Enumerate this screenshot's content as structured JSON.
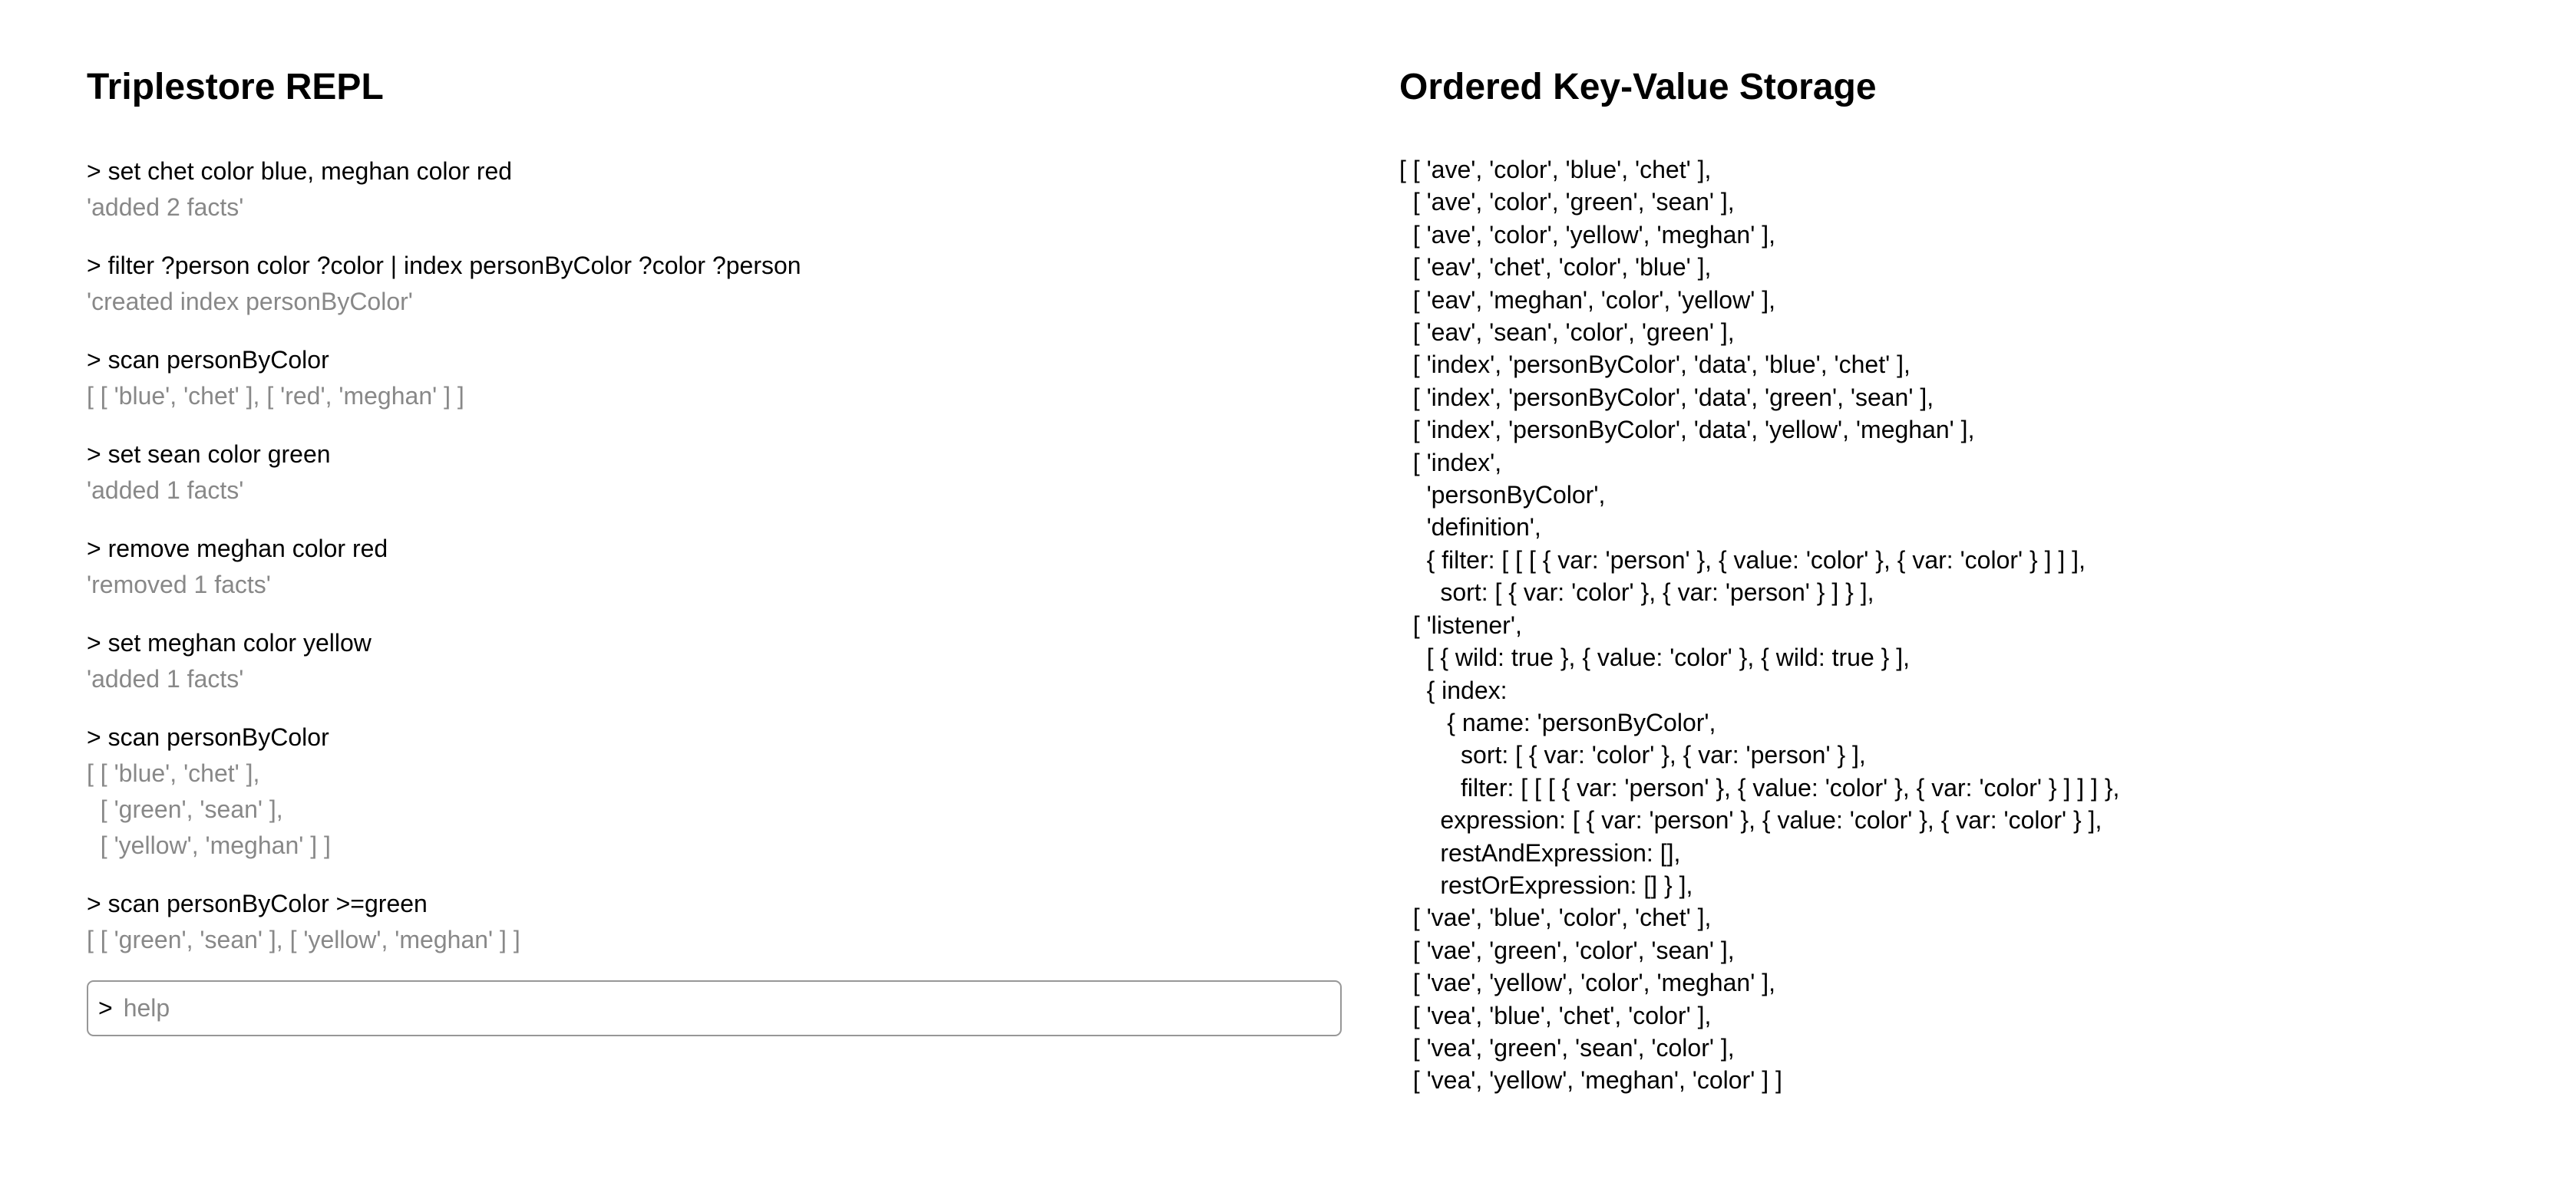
{
  "left": {
    "title": "Triplestore REPL",
    "entries": [
      {
        "command": "> set chet color blue, meghan color red",
        "result": "'added 2 facts'"
      },
      {
        "command": "> filter ?person color ?color | index personByColor ?color ?person",
        "result": "'created index personByColor'"
      },
      {
        "command": "> scan personByColor",
        "result": "[ [ 'blue', 'chet' ], [ 'red', 'meghan' ] ]"
      },
      {
        "command": "> set sean color green",
        "result": "'added 1 facts'"
      },
      {
        "command": "> remove meghan color red",
        "result": "'removed 1 facts'"
      },
      {
        "command": "> set meghan color yellow",
        "result": "'added 1 facts'"
      },
      {
        "command": "> scan personByColor",
        "result": "[ [ 'blue', 'chet' ],\n  [ 'green', 'sean' ],\n  [ 'yellow', 'meghan' ] ]"
      },
      {
        "command": "> scan personByColor >=green",
        "result": "[ [ 'green', 'sean' ], [ 'yellow', 'meghan' ] ]"
      }
    ],
    "input": {
      "prompt": ">",
      "placeholder": "help"
    }
  },
  "right": {
    "title": "Ordered Key-Value Storage",
    "content": "[ [ 'ave', 'color', 'blue', 'chet' ],\n  [ 'ave', 'color', 'green', 'sean' ],\n  [ 'ave', 'color', 'yellow', 'meghan' ],\n  [ 'eav', 'chet', 'color', 'blue' ],\n  [ 'eav', 'meghan', 'color', 'yellow' ],\n  [ 'eav', 'sean', 'color', 'green' ],\n  [ 'index', 'personByColor', 'data', 'blue', 'chet' ],\n  [ 'index', 'personByColor', 'data', 'green', 'sean' ],\n  [ 'index', 'personByColor', 'data', 'yellow', 'meghan' ],\n  [ 'index',\n    'personByColor',\n    'definition',\n    { filter: [ [ [ { var: 'person' }, { value: 'color' }, { var: 'color' } ] ] ],\n      sort: [ { var: 'color' }, { var: 'person' } ] } ],\n  [ 'listener',\n    [ { wild: true }, { value: 'color' }, { wild: true } ],\n    { index:\n       { name: 'personByColor',\n         sort: [ { var: 'color' }, { var: 'person' } ],\n         filter: [ [ [ { var: 'person' }, { value: 'color' }, { var: 'color' } ] ] ] },\n      expression: [ { var: 'person' }, { value: 'color' }, { var: 'color' } ],\n      restAndExpression: [],\n      restOrExpression: [] } ],\n  [ 'vae', 'blue', 'color', 'chet' ],\n  [ 'vae', 'green', 'color', 'sean' ],\n  [ 'vae', 'yellow', 'color', 'meghan' ],\n  [ 'vea', 'blue', 'chet', 'color' ],\n  [ 'vea', 'green', 'sean', 'color' ],\n  [ 'vea', 'yellow', 'meghan', 'color' ] ]"
  },
  "colors": {
    "text": "#000000",
    "muted_result_text": "#888888",
    "input_border": "#979797",
    "background": "#ffffff"
  }
}
